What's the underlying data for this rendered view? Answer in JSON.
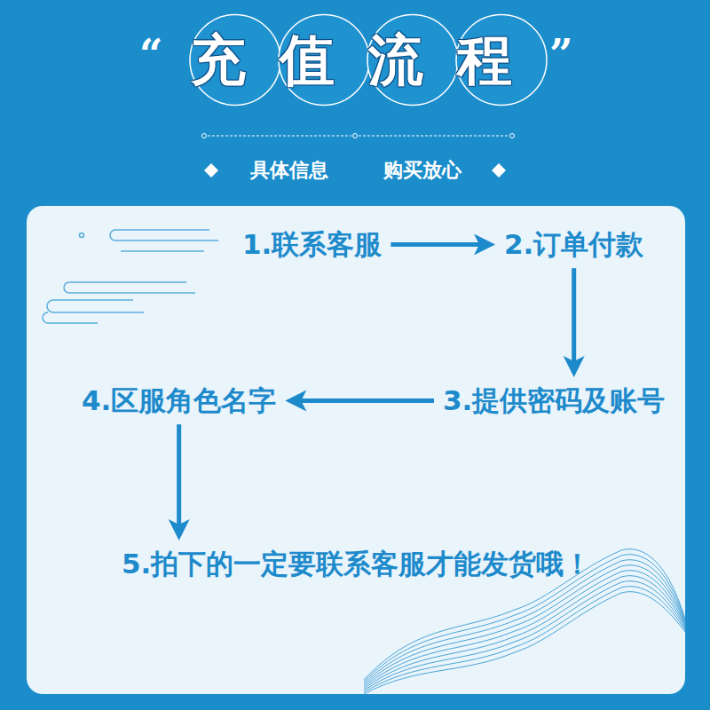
{
  "diagram": {
    "title": "充值流程",
    "nodes": [
      {
        "text": [
          "1.联系客服"
        ]
      },
      {
        "text": [
          "2.订单付款"
        ]
      },
      {
        "text": [
          "3.提供密码及账号"
        ]
      },
      {
        "text": [
          "4.区服角色名字"
        ]
      },
      {
        "text": [
          "5.拍下的一定要联系客服才能发货哦！"
        ]
      }
    ],
    "edges": [
      {
        "from": 0,
        "to": 1,
        "arrow": "to"
      },
      {
        "from": 1,
        "to": 2,
        "arrow": "to"
      },
      {
        "from": 2,
        "to": 3,
        "arrow": "to"
      },
      {
        "from": 3,
        "to": 4,
        "arrow": "to"
      }
    ],
    "labels": [
      "“",
      "”",
      "具体信息",
      "购买放心"
    ]
  }
}
